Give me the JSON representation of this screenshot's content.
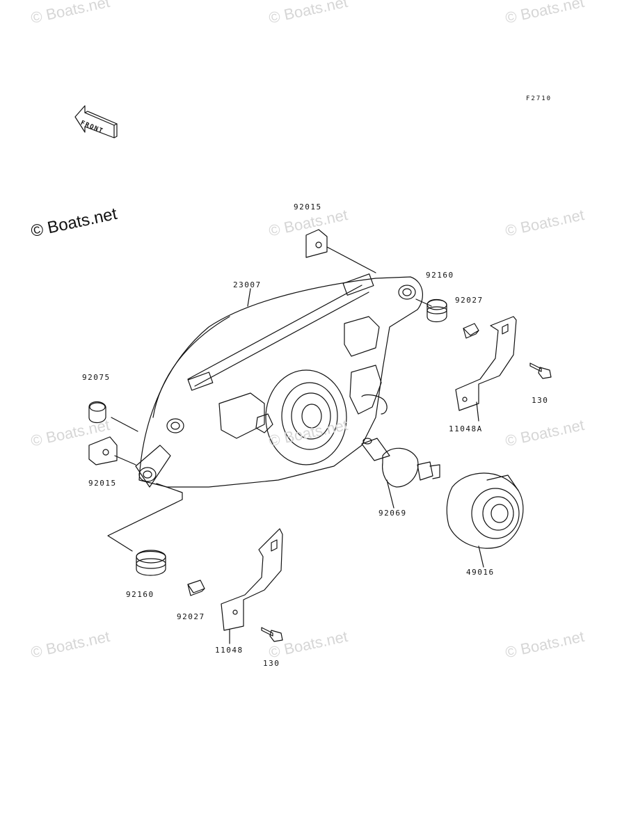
{
  "figure_code": "F2710",
  "front_arrow": {
    "label": "FRONT"
  },
  "watermark": {
    "text": "© Boats.net"
  },
  "parts": {
    "headlight_assembly": "23007",
    "clip_top": "92015",
    "clip_left": "92015",
    "grommet_top": "92160",
    "grommet_bottom": "92160",
    "collar_top": "92027",
    "collar_bottom": "92027",
    "bracket_right": "11048A",
    "bracket_left": "11048",
    "bolt_right": "130",
    "bolt_bottom": "130",
    "damper": "92075",
    "bulb": "92069",
    "bulb_cover": "49016"
  }
}
